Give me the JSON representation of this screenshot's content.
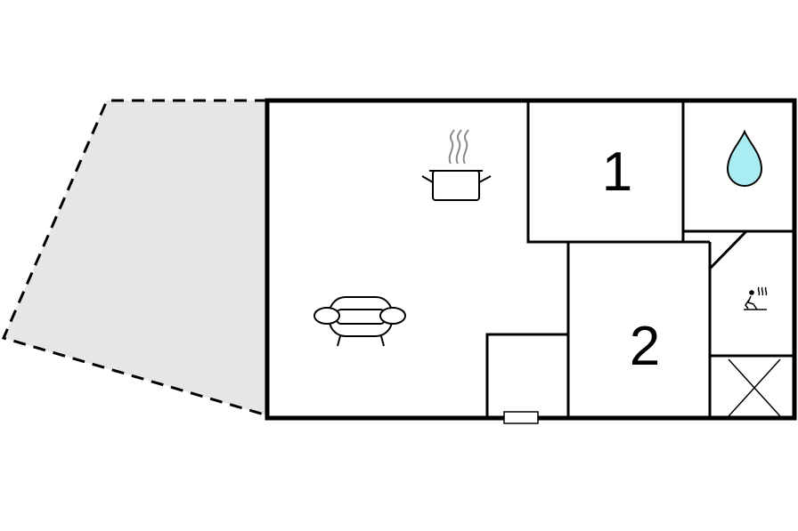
{
  "floorplan": {
    "colors": {
      "wall": "#000000",
      "terrace_fill": "#e6e6e6",
      "water_fill": "#a9edf3",
      "background": "#ffffff"
    },
    "rooms": {
      "bedroom_1": {
        "label": "1"
      },
      "bedroom_2": {
        "label": "2"
      }
    },
    "icons": {
      "kitchen": "cooking-pot-icon",
      "living": "armchair-icon",
      "bathroom": "water-drop-icon",
      "sauna": "sauna-icon",
      "storage": "storage-cross-icon",
      "door": "door-icon",
      "terrace": "terrace-area"
    }
  }
}
